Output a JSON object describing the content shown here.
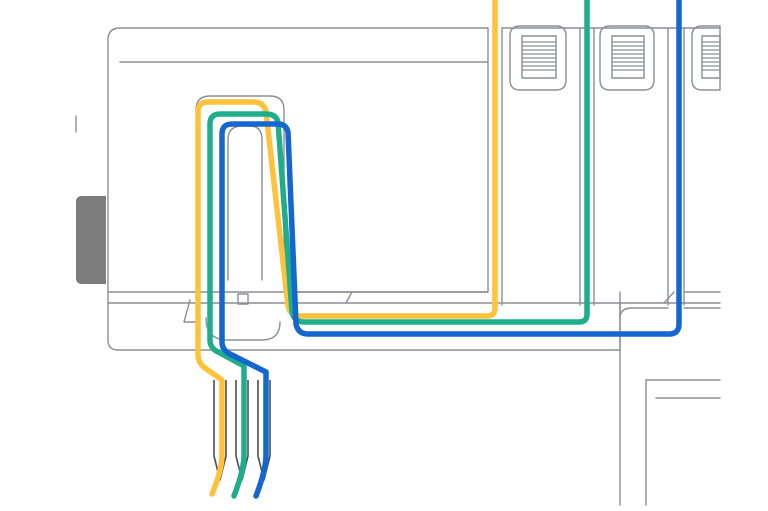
{
  "colors": {
    "outline": "#8a8f96",
    "machine_fill": "#ffffff",
    "side_knob": "#7d7d7d",
    "needle": "#4a4f57",
    "thread_yellow": "#ffc23a",
    "thread_green": "#1fae8c",
    "thread_blue": "#1666d0"
  },
  "threads": [
    {
      "id": "yellow",
      "color_key": "thread_yellow"
    },
    {
      "id": "green",
      "color_key": "thread_green"
    },
    {
      "id": "blue",
      "color_key": "thread_blue"
    }
  ],
  "tension_dials": [
    {
      "id": "dial-1"
    },
    {
      "id": "dial-2"
    },
    {
      "id": "dial-3"
    }
  ],
  "needles": [
    {
      "id": "needle-1"
    },
    {
      "id": "needle-2"
    },
    {
      "id": "needle-3"
    }
  ]
}
